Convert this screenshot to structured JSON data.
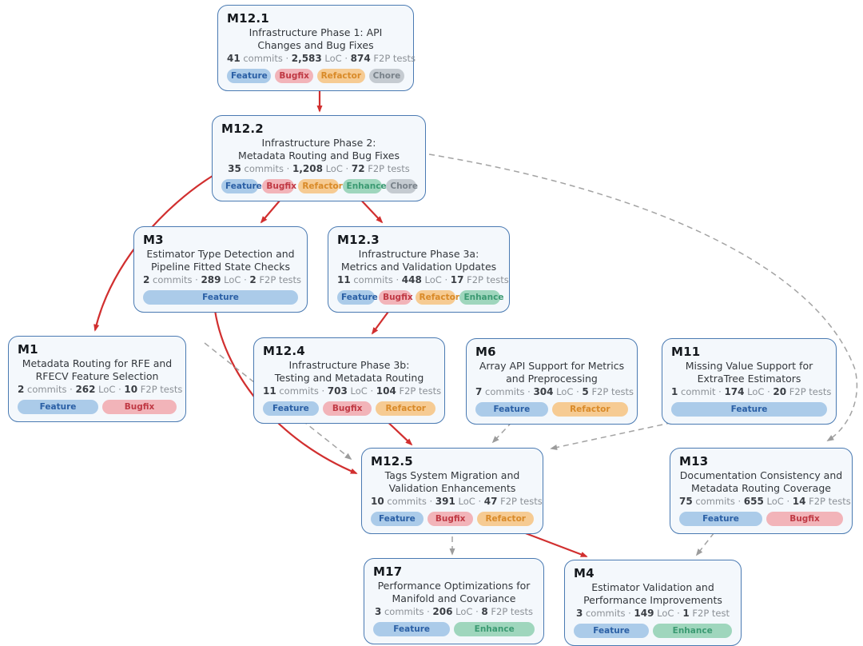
{
  "diagram": {
    "colors": {
      "node_background": "#f4f8fc",
      "node_border": "#4a7ab2",
      "solid_edge": "#d12f2f",
      "dashed_edge": "#a3a3a3",
      "tag_feature_bg": "#abcbe9",
      "tag_feature_fg": "#2a5fa5",
      "tag_bugfix_bg": "#f2b4b9",
      "tag_bugfix_fg": "#c03944",
      "tag_refactor_bg": "#f6cb93",
      "tag_refactor_fg": "#d98a28",
      "tag_enhance_bg": "#9fd6bd",
      "tag_enhance_fg": "#3b9a72",
      "tag_chore_bg": "#c5cbd1",
      "tag_chore_fg": "#79828a"
    }
  },
  "nodes": [
    {
      "key": "m12_1",
      "id": "M12.1",
      "desc": "Infrastructure Phase 1: API\nChanges and Bug Fixes",
      "stats": {
        "commits": "41",
        "commits_label": "commits ·",
        "loc": "2,583",
        "loc_label": "LoC ·",
        "tests": "874",
        "tests_label": "F2P tests"
      },
      "tags": [
        {
          "label": "Feature",
          "type": "feature"
        },
        {
          "label": "Bugfix",
          "type": "bugfix"
        },
        {
          "label": "Refactor",
          "type": "refactor"
        },
        {
          "label": "Chore",
          "type": "chore"
        }
      ]
    },
    {
      "key": "m12_2",
      "id": "M12.2",
      "desc": "Infrastructure Phase 2:\nMetadata Routing and Bug Fixes",
      "stats": {
        "commits": "35",
        "commits_label": "commits ·",
        "loc": "1,208",
        "loc_label": "LoC ·",
        "tests": "72",
        "tests_label": "F2P tests"
      },
      "tags": [
        {
          "label": "Feature",
          "type": "feature"
        },
        {
          "label": "Bugfix",
          "type": "bugfix"
        },
        {
          "label": "Refactor",
          "type": "refactor"
        },
        {
          "label": "Enhance",
          "type": "enhance"
        },
        {
          "label": "Chore",
          "type": "chore"
        }
      ]
    },
    {
      "key": "m3",
      "id": "M3",
      "desc": "Estimator Type Detection and\nPipeline Fitted State Checks",
      "stats": {
        "commits": "2",
        "commits_label": "commits ·",
        "loc": "289",
        "loc_label": "LoC ·",
        "tests": "2",
        "tests_label": "F2P tests"
      },
      "tags": [
        {
          "label": "Feature",
          "type": "feature"
        }
      ]
    },
    {
      "key": "m12_3",
      "id": "M12.3",
      "desc": "Infrastructure Phase 3a:\nMetrics and Validation Updates",
      "stats": {
        "commits": "11",
        "commits_label": "commits ·",
        "loc": "448",
        "loc_label": "LoC ·",
        "tests": "17",
        "tests_label": "F2P tests"
      },
      "tags": [
        {
          "label": "Feature",
          "type": "feature"
        },
        {
          "label": "Bugfix",
          "type": "bugfix"
        },
        {
          "label": "Refactor",
          "type": "refactor"
        },
        {
          "label": "Enhance",
          "type": "enhance"
        }
      ]
    },
    {
      "key": "m1",
      "id": "M1",
      "desc": "Metadata Routing for RFE and\nRFECV Feature Selection",
      "stats": {
        "commits": "2",
        "commits_label": "commits ·",
        "loc": "262",
        "loc_label": "LoC ·",
        "tests": "10",
        "tests_label": "F2P tests"
      },
      "tags": [
        {
          "label": "Feature",
          "type": "feature"
        },
        {
          "label": "Bugfix",
          "type": "bugfix"
        }
      ]
    },
    {
      "key": "m12_4",
      "id": "M12.4",
      "desc": "Infrastructure Phase 3b:\nTesting and Metadata Routing",
      "stats": {
        "commits": "11",
        "commits_label": "commits ·",
        "loc": "703",
        "loc_label": "LoC ·",
        "tests": "104",
        "tests_label": "F2P tests"
      },
      "tags": [
        {
          "label": "Feature",
          "type": "feature"
        },
        {
          "label": "Bugfix",
          "type": "bugfix"
        },
        {
          "label": "Refactor",
          "type": "refactor"
        }
      ]
    },
    {
      "key": "m6",
      "id": "M6",
      "desc": "Array API Support for Metrics\nand Preprocessing",
      "stats": {
        "commits": "7",
        "commits_label": "commits ·",
        "loc": "304",
        "loc_label": "LoC ·",
        "tests": "5",
        "tests_label": "F2P tests"
      },
      "tags": [
        {
          "label": "Feature",
          "type": "feature"
        },
        {
          "label": "Refactor",
          "type": "refactor"
        }
      ]
    },
    {
      "key": "m11",
      "id": "M11",
      "desc": "Missing Value Support for\nExtraTree Estimators",
      "stats": {
        "commits": "1",
        "commits_label": "commit ·",
        "loc": "174",
        "loc_label": "LoC ·",
        "tests": "20",
        "tests_label": "F2P tests"
      },
      "tags": [
        {
          "label": "Feature",
          "type": "feature"
        }
      ]
    },
    {
      "key": "m12_5",
      "id": "M12.5",
      "desc": "Tags System Migration and\nValidation Enhancements",
      "stats": {
        "commits": "10",
        "commits_label": "commits ·",
        "loc": "391",
        "loc_label": "LoC ·",
        "tests": "47",
        "tests_label": "F2P tests"
      },
      "tags": [
        {
          "label": "Feature",
          "type": "feature"
        },
        {
          "label": "Bugfix",
          "type": "bugfix"
        },
        {
          "label": "Refactor",
          "type": "refactor"
        }
      ]
    },
    {
      "key": "m13",
      "id": "M13",
      "desc": "Documentation Consistency and\nMetadata Routing Coverage",
      "stats": {
        "commits": "75",
        "commits_label": "commits ·",
        "loc": "655",
        "loc_label": "LoC ·",
        "tests": "14",
        "tests_label": "F2P tests"
      },
      "tags": [
        {
          "label": "Feature",
          "type": "feature"
        },
        {
          "label": "Bugfix",
          "type": "bugfix"
        }
      ]
    },
    {
      "key": "m17",
      "id": "M17",
      "desc": "Performance Optimizations for\nManifold and Covariance",
      "stats": {
        "commits": "3",
        "commits_label": "commits ·",
        "loc": "206",
        "loc_label": "LoC ·",
        "tests": "8",
        "tests_label": "F2P tests"
      },
      "tags": [
        {
          "label": "Feature",
          "type": "feature"
        },
        {
          "label": "Enhance",
          "type": "enhance"
        }
      ]
    },
    {
      "key": "m4",
      "id": "M4",
      "desc": "Estimator Validation and\nPerformance Improvements",
      "stats": {
        "commits": "3",
        "commits_label": "commits ·",
        "loc": "149",
        "loc_label": "LoC ·",
        "tests": "1",
        "tests_label": "F2P test"
      },
      "tags": [
        {
          "label": "Feature",
          "type": "feature"
        },
        {
          "label": "Enhance",
          "type": "enhance"
        }
      ]
    }
  ],
  "edges": [
    {
      "from": "M12.1",
      "to": "M12.2",
      "style": "solid"
    },
    {
      "from": "M12.2",
      "to": "M3",
      "style": "solid"
    },
    {
      "from": "M12.2",
      "to": "M12.3",
      "style": "solid"
    },
    {
      "from": "M12.2",
      "to": "M1",
      "style": "solid"
    },
    {
      "from": "M12.2",
      "to": "M13",
      "style": "dashed"
    },
    {
      "from": "M12.3",
      "to": "M12.4",
      "style": "solid"
    },
    {
      "from": "M3",
      "to": "M12.5",
      "style": "solid"
    },
    {
      "from": "M12.4",
      "to": "M12.5",
      "style": "solid"
    },
    {
      "from": "M1",
      "to": "M12.5",
      "style": "dashed"
    },
    {
      "from": "M6",
      "to": "M12.5",
      "style": "dashed"
    },
    {
      "from": "M11",
      "to": "M12.5",
      "style": "dashed"
    },
    {
      "from": "M12.5",
      "to": "M17",
      "style": "dashed"
    },
    {
      "from": "M12.5",
      "to": "M4",
      "style": "solid"
    },
    {
      "from": "M13",
      "to": "M4",
      "style": "dashed"
    }
  ]
}
